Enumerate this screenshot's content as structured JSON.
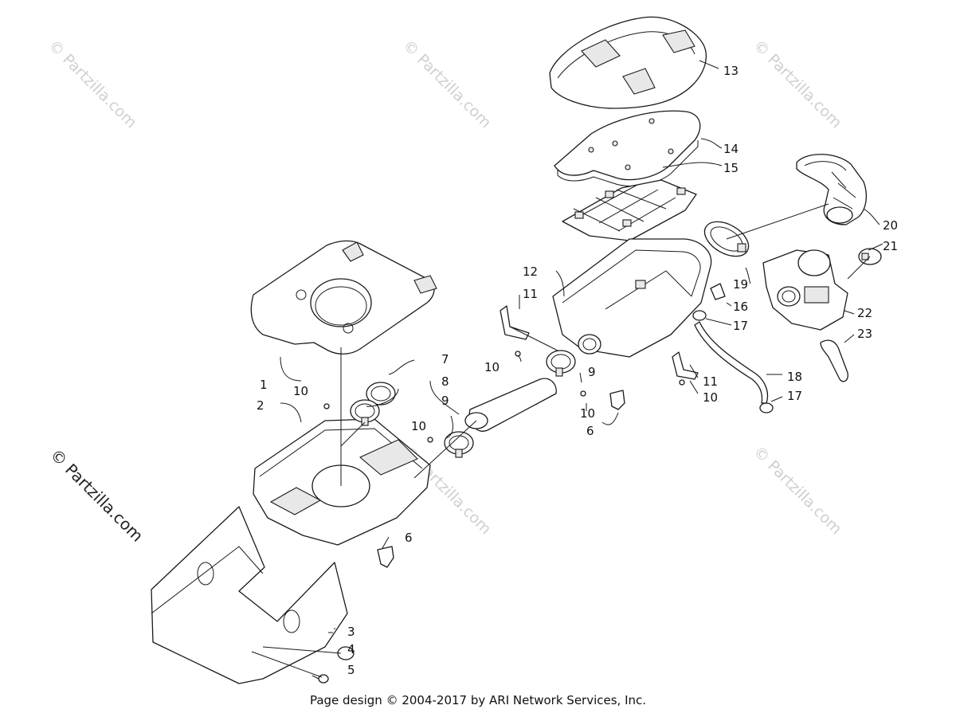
{
  "watermark": "© Partzilla.com",
  "watermark_dark": "© Partzilla.com",
  "footer": "Page design © 2004-2017 by ARI Network Services, Inc.",
  "callouts": {
    "c1": "1",
    "c2": "2",
    "c3": "3",
    "c4": "4",
    "c5": "5",
    "c6a": "6",
    "c6b": "6",
    "c7": "7",
    "c8": "8",
    "c9a": "9",
    "c9b": "9",
    "c10a": "10",
    "c10b": "10",
    "c10c": "10",
    "c10d": "10",
    "c10e": "10",
    "c11a": "11",
    "c11b": "11",
    "c12": "12",
    "c13": "13",
    "c14": "14",
    "c15": "15",
    "c16": "16",
    "c17a": "17",
    "c17b": "17",
    "c18": "18",
    "c19": "19",
    "c20": "20",
    "c21": "21",
    "c22": "22",
    "c23": "23"
  }
}
